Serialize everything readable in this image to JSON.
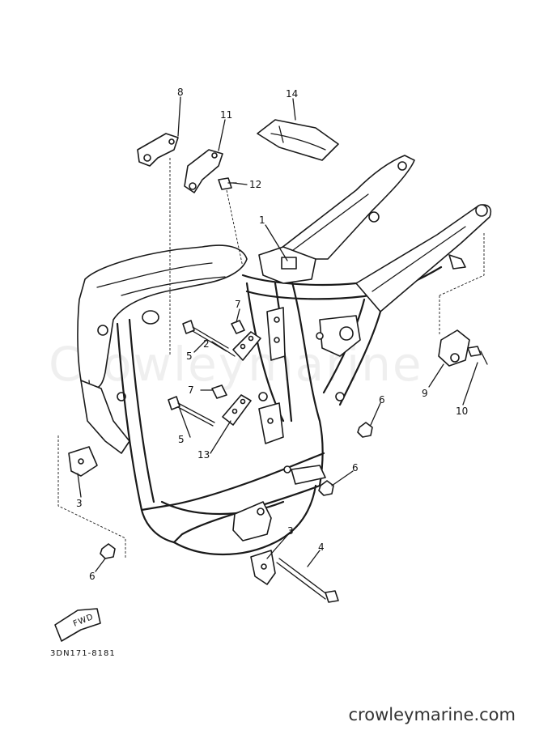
{
  "watermark": "Crowleymarine",
  "diagram_code": "3DN171-8181",
  "fwd_label": "FWD",
  "site_label": "crowleymarine.com",
  "callouts": {
    "c1": "1",
    "c2": "2",
    "c3a": "3",
    "c3b": "3",
    "c4": "4",
    "c5a": "5",
    "c5b": "5",
    "c6a": "6",
    "c6b": "6",
    "c6c": "6",
    "c7a": "7",
    "c7b": "7",
    "c8": "8",
    "c9": "9",
    "c10": "10",
    "c11": "11",
    "c12": "12",
    "c13": "13",
    "c14": "14"
  }
}
